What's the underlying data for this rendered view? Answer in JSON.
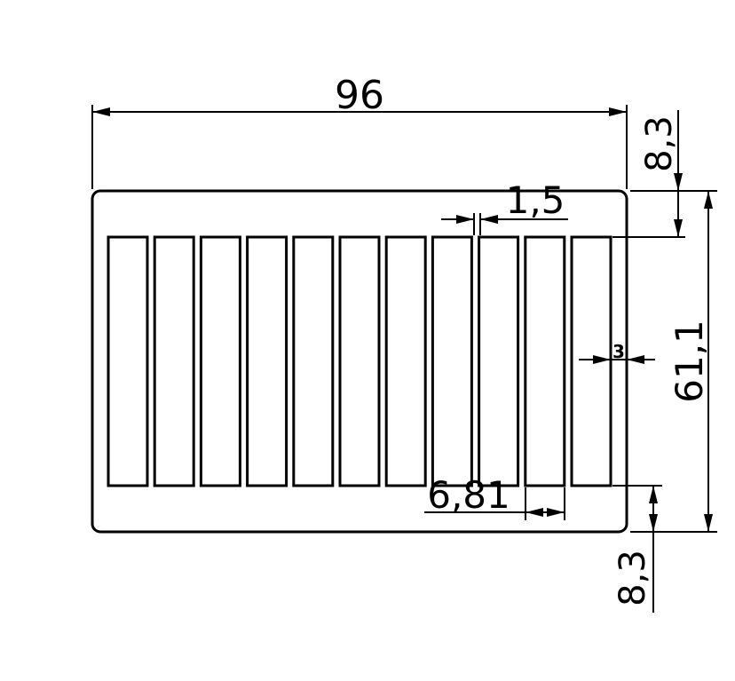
{
  "drawing": {
    "slot_count": 11,
    "line_color": "#000000",
    "background": "#ffffff"
  },
  "dimensions": {
    "overall_width": "96",
    "top_margin": "8,3",
    "bottom_margin": "8,3",
    "overall_height": "61,1",
    "slot_gap": "1,5",
    "slot_width": "6,81",
    "side_margin": "3"
  }
}
